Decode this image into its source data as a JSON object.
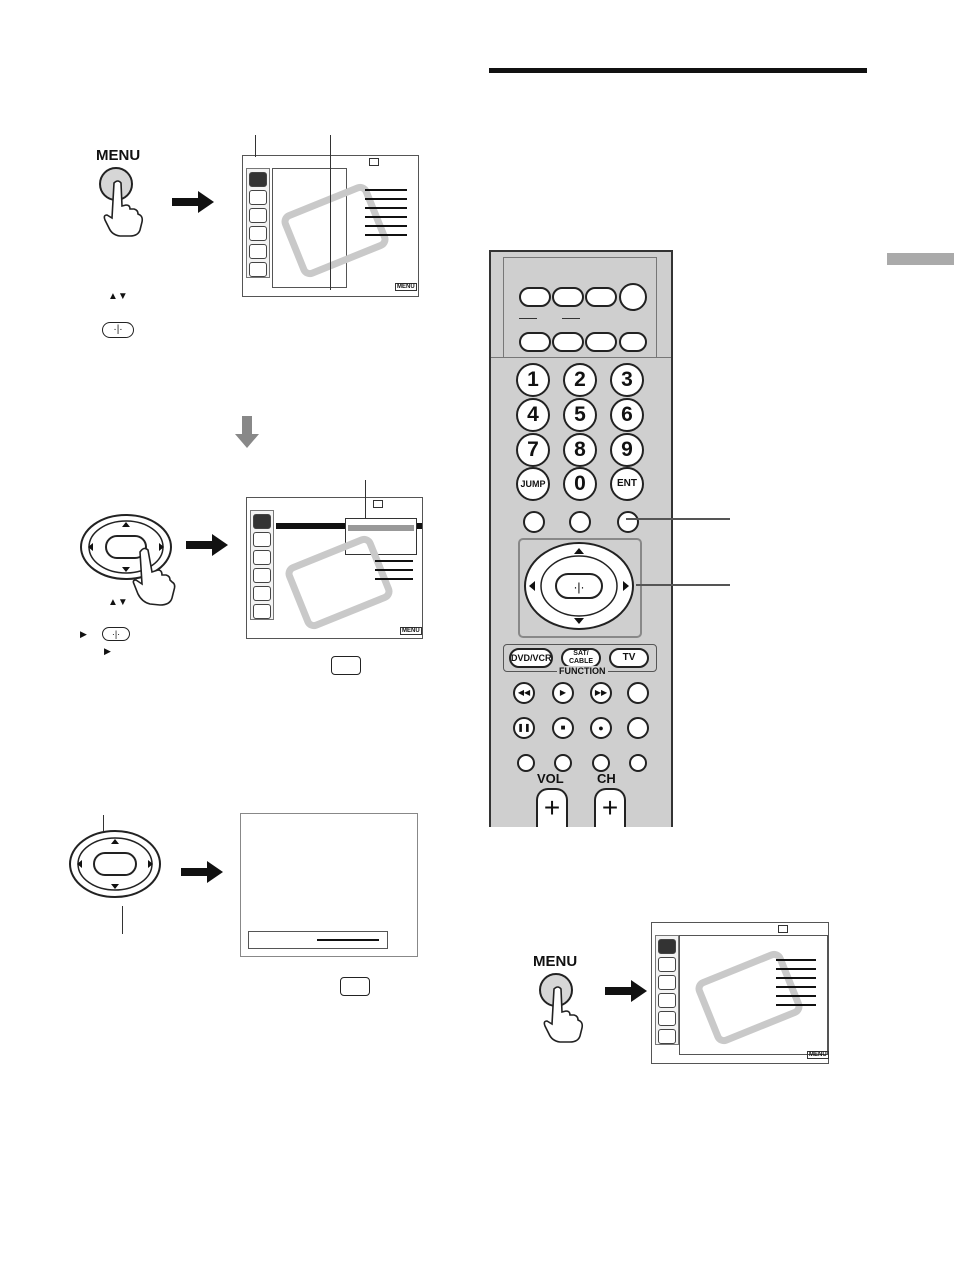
{
  "colors": {
    "remote_body": "#cfcfcf",
    "ink": "#111111",
    "watermark": "#c9c9c9",
    "side_tab": "#aaaaaa"
  },
  "icons": [
    "menu-button-icon",
    "finger-press-icon",
    "arrow-right-icon",
    "arrow-down-icon",
    "up-down-arrow-icon",
    "enter-button-icon",
    "picture-icon",
    "remote-control-icon"
  ],
  "steps": {
    "step1_menu_label": "MENU",
    "step_final_menu_label": "MENU"
  },
  "remote": {
    "number_keys": [
      "1",
      "2",
      "3",
      "4",
      "5",
      "6",
      "7",
      "8",
      "9"
    ],
    "jump_label": "JUMP",
    "zero_label": "0",
    "ent_label": "ENT",
    "dvdvcr_label": "DVD/VCR",
    "satcable_label_1": "SAT/",
    "satcable_label_2": "CABLE",
    "tv_label": "TV",
    "function_label": "FUNCTION",
    "vol_label": "VOL",
    "ch_label": "CH",
    "plus_label": "+"
  },
  "screen_footer": {
    "menu_label": "MENU"
  }
}
